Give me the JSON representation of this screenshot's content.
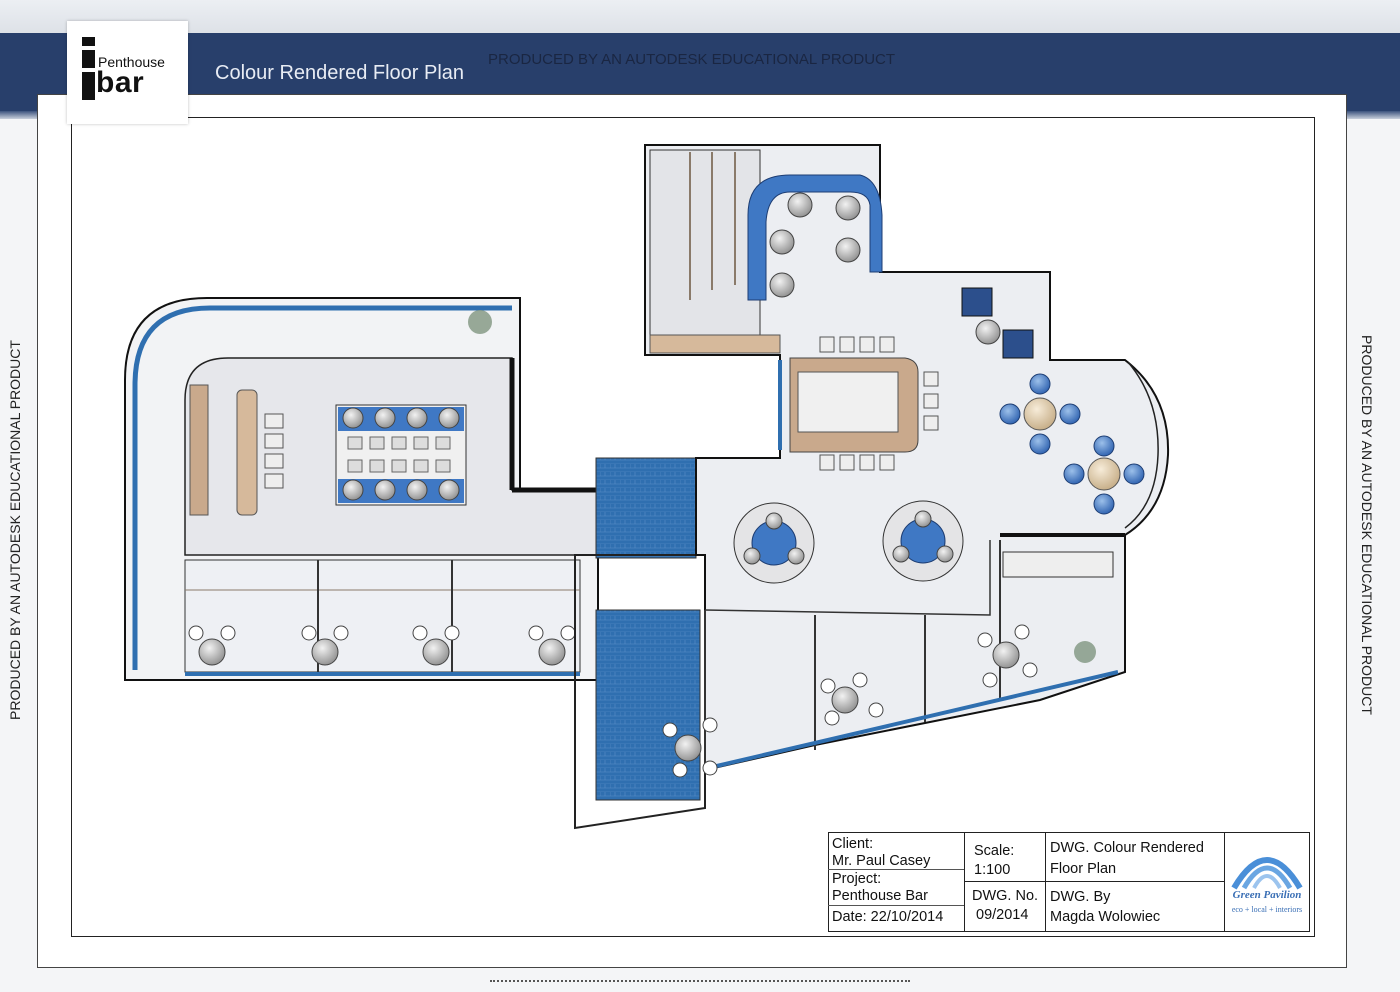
{
  "header": {
    "logo_small": "Penthouse",
    "logo_large": "bar",
    "title": "Colour Rendered Floor Plan",
    "watermark": "PRODUCED BY AN AUTODESK EDUCATIONAL PRODUCT"
  },
  "sides": {
    "left": "PRODUCED BY AN AUTODESK EDUCATIONAL PRODUCT",
    "right": "PRODUCED BY AN AUTODESK EDUCATIONAL PRODUCT"
  },
  "title_block": {
    "client_label": "Client:",
    "client_value": "Mr. Paul Casey",
    "project_label": "Project:",
    "project_value": "Penthouse Bar",
    "date": "Date: 22/10/2014",
    "scale_label": "Scale:",
    "scale_value": "1:100",
    "dwg_no_label": "DWG. No.",
    "dwg_no_value": "09/2014",
    "dwg_title_line1": "DWG. Colour Rendered",
    "dwg_title_line2": "Floor Plan",
    "dwg_by_label": "DWG. By",
    "dwg_by_value": "Magda Wolowiec",
    "firm_name": "Green Pavilion",
    "firm_tagline": "eco + local + interiors"
  },
  "colors": {
    "banner": "#283f6b",
    "glass_blue": "#2f6fb0",
    "upholstery_blue": "#3f78c4",
    "wood": "#c9a98c",
    "floor": "#e9eaee",
    "wall": "#111111"
  }
}
